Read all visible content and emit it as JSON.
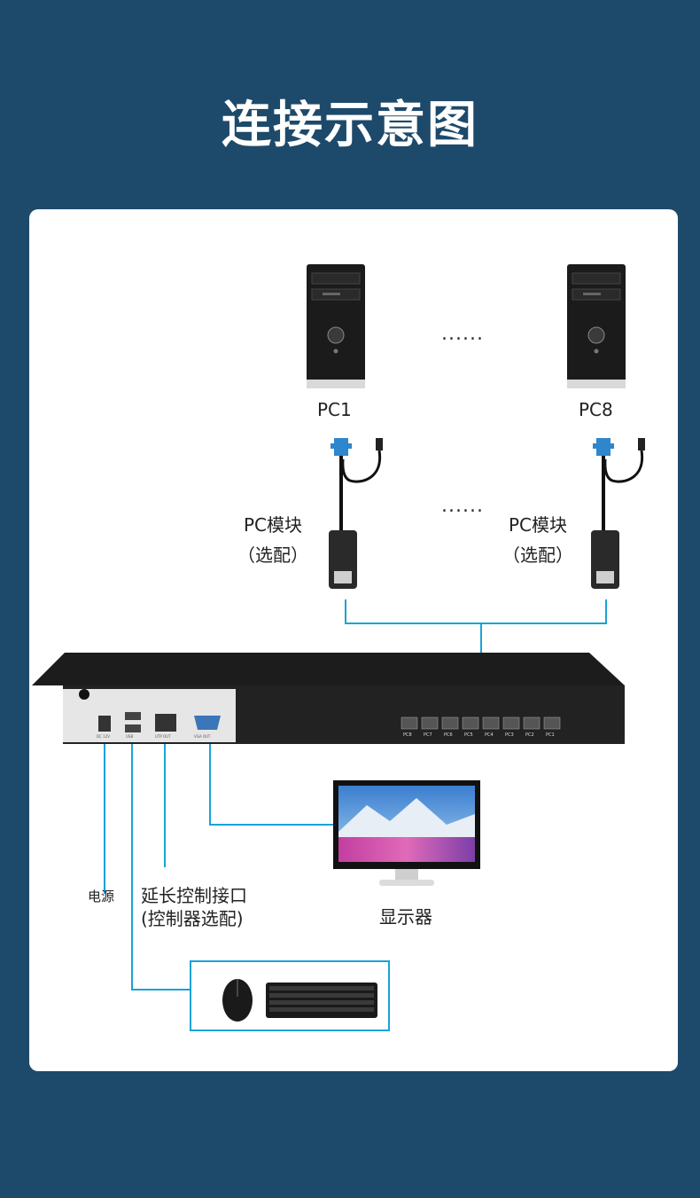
{
  "page": {
    "title": "连接示意图"
  },
  "colors": {
    "background": "#1d4a6b",
    "card": "#ffffff",
    "cable": "#1aa3d6",
    "device": "#1f1f1f"
  },
  "pcs": [
    {
      "label": "PC1",
      "module_label": "PC模块",
      "module_note": "（选配）"
    },
    {
      "label": "PC8",
      "module_label": "PC模块",
      "module_note": "（选配）"
    }
  ],
  "ellipsis": "......",
  "switch_ports": [
    "PC8",
    "PC7",
    "PC6",
    "PC5",
    "PC4",
    "PC3",
    "PC2",
    "PC1"
  ],
  "switch_rear_labels": {
    "power": "DC 12V",
    "usb": "USB",
    "utp": "UTP OUT",
    "vga": "VGA OUT"
  },
  "outputs": {
    "power": "电源",
    "extension_line1": "延长控制接口",
    "extension_line2": "(控制器选配)",
    "monitor": "显示器"
  },
  "icons": [
    "tower-pc-icon",
    "vga-connector-icon",
    "usb-connector-icon",
    "rj45-module-icon",
    "monitor-icon",
    "mouse-icon",
    "keyboard-icon"
  ]
}
